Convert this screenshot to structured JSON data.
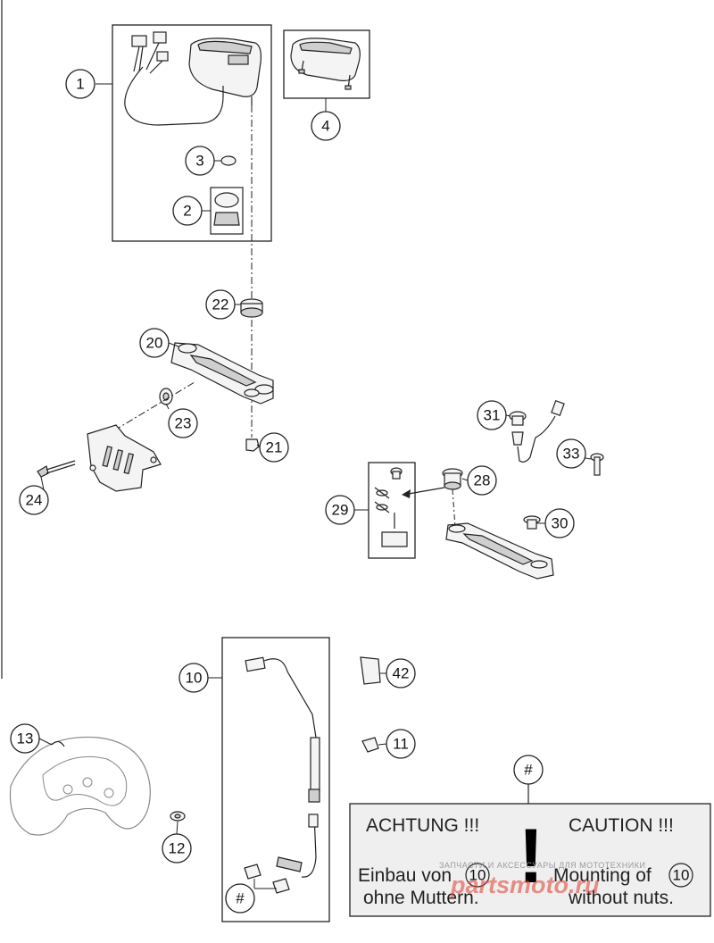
{
  "callouts": [
    {
      "id": "1",
      "label": "1"
    },
    {
      "id": "2",
      "label": "2"
    },
    {
      "id": "3",
      "label": "3"
    },
    {
      "id": "4",
      "label": "4"
    },
    {
      "id": "10",
      "label": "10"
    },
    {
      "id": "11",
      "label": "11"
    },
    {
      "id": "12",
      "label": "12"
    },
    {
      "id": "13",
      "label": "13"
    },
    {
      "id": "20",
      "label": "20"
    },
    {
      "id": "21",
      "label": "21"
    },
    {
      "id": "22",
      "label": "22"
    },
    {
      "id": "23",
      "label": "23"
    },
    {
      "id": "24",
      "label": "24"
    },
    {
      "id": "28",
      "label": "28"
    },
    {
      "id": "29",
      "label": "29"
    },
    {
      "id": "30",
      "label": "30"
    },
    {
      "id": "31",
      "label": "31"
    },
    {
      "id": "33",
      "label": "33"
    },
    {
      "id": "42",
      "label": "42"
    }
  ],
  "hash_markers": [
    "#",
    "#"
  ],
  "warning": {
    "left_title": "ACHTUNG !!!",
    "right_title": "CAUTION !!!",
    "left_line1": "Einbau von",
    "left_ref": "10",
    "left_line2": "ohne Muttern.",
    "right_line1": "Mounting of",
    "right_ref": "10",
    "right_line2": "without nuts.",
    "exclamation": "!"
  },
  "watermark": {
    "text": "ЗАПЧАСТИ И АКСЕССУАРЫ ДЛЯ МОТОТЕХНИКИ",
    "logo": "partsmoto.ru"
  },
  "colors": {
    "line": "#222222",
    "warning_box_fill": "#efefef",
    "watermark_red": "#e23a2c"
  }
}
